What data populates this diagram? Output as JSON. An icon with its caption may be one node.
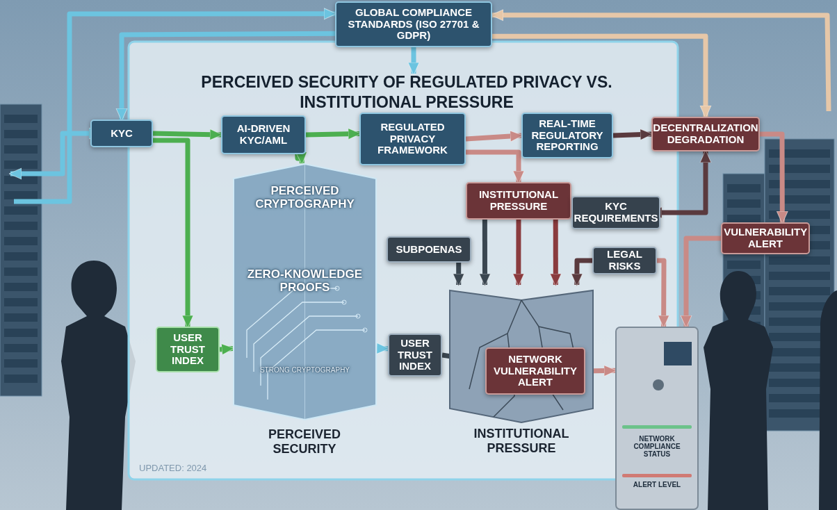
{
  "diagram": {
    "title": "PERCEIVED SECURITY OF REGULATED PRIVACY VS. INSTITUTIONAL PRESSURE",
    "nodes": [
      {
        "text": [
          "GLOBAL COMPLIANCE STANDARDS (ISO 27701 & GDPR)"
        ]
      },
      {
        "text": [
          "KYC"
        ]
      },
      {
        "text": [
          "AI-DRIVEN KYC/AML"
        ]
      },
      {
        "text": [
          "REGULATED PRIVACY FRAMEWORK"
        ]
      },
      {
        "text": [
          "REAL-TIME REGULATORY REPORTING"
        ]
      },
      {
        "text": [
          "DECENTRALIZATION DEGRADATION"
        ]
      },
      {
        "text": [
          "PERCEIVED CRYPTOGRAPHY",
          "ZERO-KNOWLEDGE PROOFS",
          "STRONG CRYPTOGRAPHY"
        ],
        "beside": [
          "PERCEIVED SECURITY"
        ]
      },
      {
        "text": [
          "INSTITUTIONAL PRESSURE"
        ]
      },
      {
        "text": [
          "KYC REQUIREMENTS"
        ]
      },
      {
        "text": [
          "SUBPOENAS"
        ]
      },
      {
        "text": [
          "LEGAL RISKS"
        ]
      },
      {
        "text": [
          "VULNERABILITY ALERT"
        ]
      },
      {
        "text": [
          "USER TRUST INDEX"
        ]
      },
      {
        "text": [
          "USER TRUST INDEX"
        ]
      },
      {
        "text": [],
        "shape": "box",
        "beside": [
          "INSTITUTIONAL PRESSURE"
        ]
      },
      {
        "text": [
          "NETWORK VULNERABILITY ALERT"
        ],
        "in": 14
      },
      {
        "text": [
          "NETWORK COMPLIANCE STATUS",
          "ALERT LEVEL"
        ]
      }
    ],
    "edges": [
      {
        "from": 0,
        "to": 1,
        "arrow": "to",
        "color": "#6cc4e0"
      },
      {
        "from": null,
        "to": 0,
        "arrow": "to",
        "color": "#6cc4e0"
      },
      {
        "from": 0,
        "to": null,
        "arrow": "to",
        "color": "#6cc4e0"
      },
      {
        "from": null,
        "to": 0,
        "arrow": "to",
        "color": "#e6c7a8"
      },
      {
        "from": 0,
        "to": 5,
        "arrow": "to",
        "color": "#e6c7a8"
      },
      {
        "from": 1,
        "to": null,
        "arrow": "both",
        "color": "#6cc4e0"
      },
      {
        "from": 1,
        "to": 2,
        "arrow": "to",
        "color": "#4caf50"
      },
      {
        "from": 1,
        "to": 12,
        "arrow": "to",
        "color": "#4caf50"
      },
      {
        "from": 2,
        "to": 3,
        "arrow": "to",
        "color": "#4caf50"
      },
      {
        "from": 2,
        "to": 6,
        "arrow": "to",
        "color": "#4caf50"
      },
      {
        "from": 3,
        "to": 4,
        "arrow": "to",
        "color": "#c98a86"
      },
      {
        "from": 3,
        "to": 7,
        "arrow": "to",
        "color": "#c98a86"
      },
      {
        "from": 4,
        "to": 5,
        "arrow": "to",
        "color": "#5a3a3e"
      },
      {
        "from": 8,
        "to": 5,
        "arrow": "both",
        "color": "#5a3a3e"
      },
      {
        "from": 5,
        "to": 11,
        "arrow": "to",
        "color": "#c98a86"
      },
      {
        "from": 9,
        "to": 14,
        "arrow": "to",
        "color": "#3a4650"
      },
      {
        "from": 7,
        "to": 14,
        "arrow": "to",
        "color": "#3a4650"
      },
      {
        "from": 7,
        "to": 14,
        "arrow": "to",
        "color": "#8a3b3e"
      },
      {
        "from": 7,
        "to": 14,
        "arrow": "to",
        "color": "#8a3b3e"
      },
      {
        "from": 10,
        "to": 14,
        "arrow": "to",
        "color": "#5a3a3e"
      },
      {
        "from": 10,
        "to": 16,
        "arrow": "to",
        "color": "#c98a86"
      },
      {
        "from": 12,
        "to": 6,
        "arrow": "to",
        "color": "#4caf50"
      },
      {
        "from": 6,
        "to": 13,
        "arrow": "to",
        "color": "#6cc4e0"
      },
      {
        "from": 13,
        "to": 15,
        "arrow": "to",
        "color": "#3a4650"
      },
      {
        "from": 15,
        "to": 16,
        "arrow": "to",
        "color": "#c98a86"
      },
      {
        "from": 11,
        "to": 16,
        "arrow": "to",
        "color": "#c98a86"
      }
    ],
    "labels": [
      "UPDATED: 2024"
    ]
  }
}
